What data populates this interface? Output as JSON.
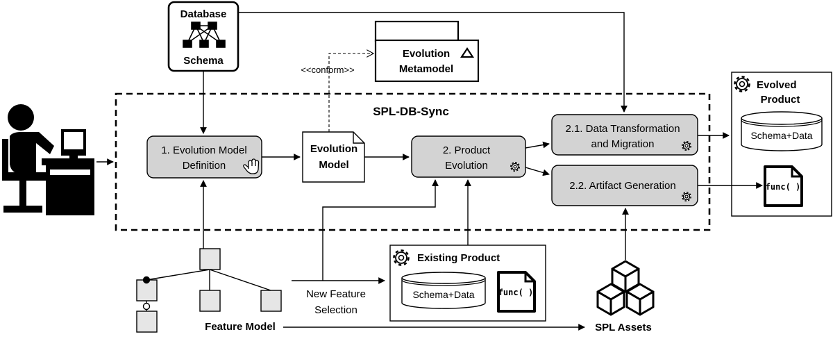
{
  "database": {
    "line1": "Database",
    "line2": "Schema"
  },
  "metamodel": {
    "line1": "Evolution",
    "line2": "Metamodel",
    "conform": "<<conform>>"
  },
  "sync": {
    "title": "SPL-DB-Sync"
  },
  "step1": {
    "line1": "1. Evolution Model",
    "line2": "Definition"
  },
  "evo_model": {
    "line1": "Evolution",
    "line2": "Model"
  },
  "step2": {
    "line1": "2. Product",
    "line2": "Evolution"
  },
  "step21": {
    "line1": "2.1. Data Transformation",
    "line2": "and Migration"
  },
  "step22": {
    "line1": "2.2. Artifact Generation"
  },
  "evolved": {
    "line1": "Evolved",
    "line2": "Product",
    "db": "Schema+Data",
    "func": "func( )"
  },
  "existing": {
    "title": "Existing Product",
    "db": "Schema+Data",
    "func": "func( )"
  },
  "feature_model": {
    "label": "Feature Model"
  },
  "selection": {
    "line1": "New Feature",
    "line2": "Selection"
  },
  "spl_assets": {
    "label": "SPL Assets"
  },
  "colors": {
    "process_fill": "#d3d3d3",
    "feature_fill": "#e6e6e6",
    "stroke": "#000000"
  }
}
